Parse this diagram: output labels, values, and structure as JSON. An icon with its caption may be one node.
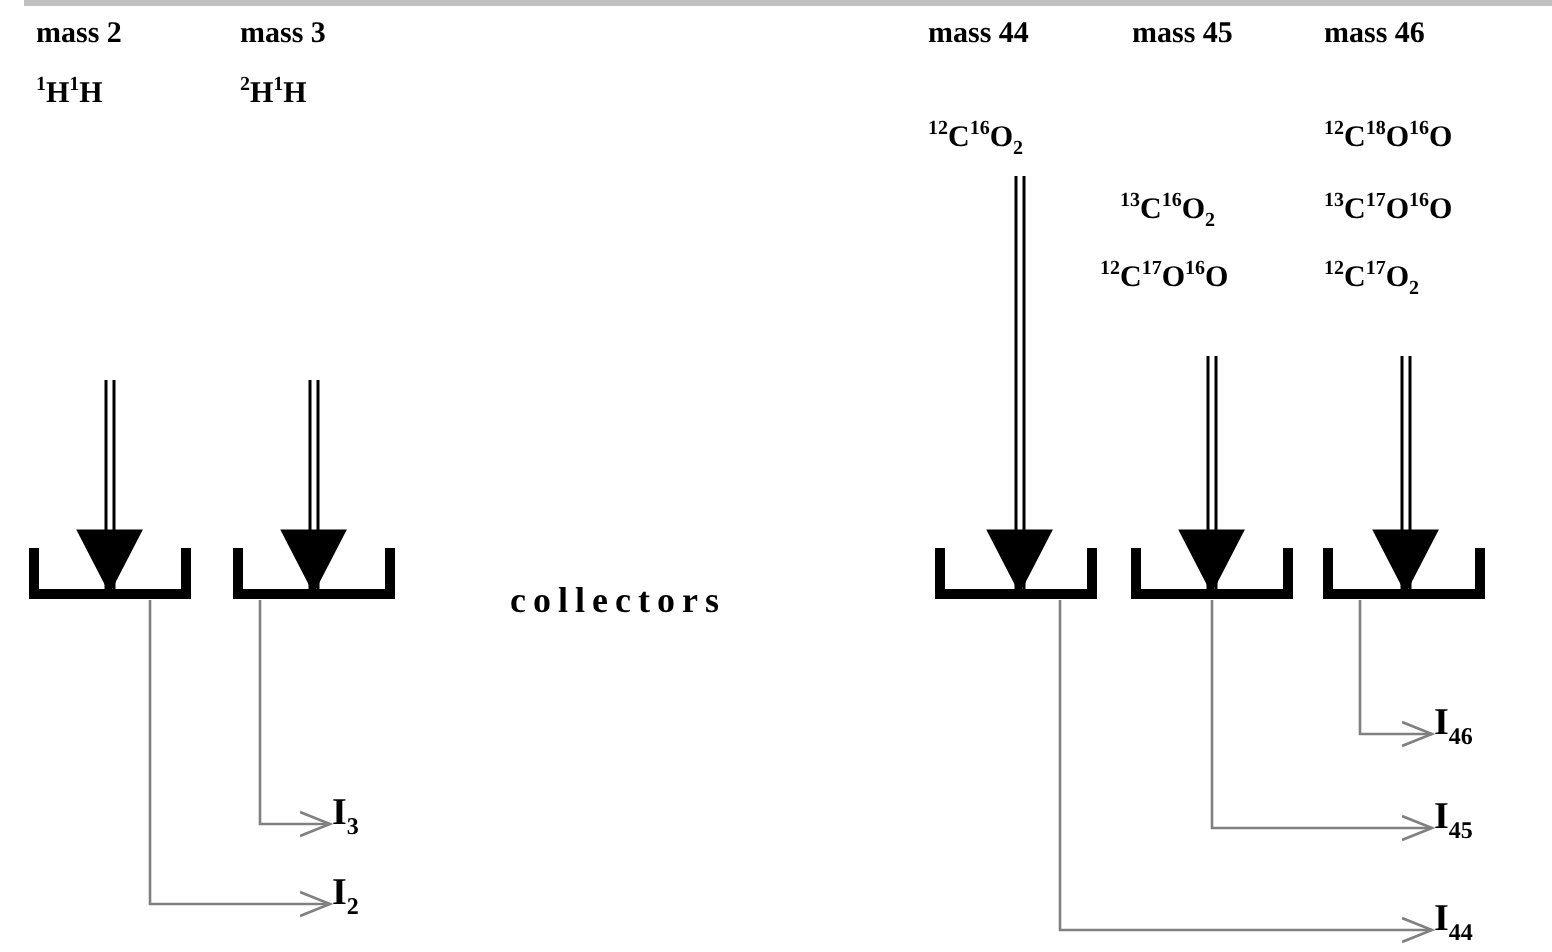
{
  "diagram": {
    "nodes": [
      {
        "text": [
          "mass 2",
          "$^{1}$H$^{1}$H"
        ]
      },
      {
        "text": [
          "mass 3",
          "$^{2}$H$^{1}$H"
        ]
      },
      {
        "text": [
          "mass 44",
          "$^{12}$C$^{16}$O$_{2}$"
        ]
      },
      {
        "text": [
          "mass 45",
          "$^{13}$C$^{16}$O$_{2}$",
          "$^{12}$C$^{17}$O$^{16}$O"
        ]
      },
      {
        "text": [
          "mass 46",
          "$^{12}$C$^{18}$O$^{16}$O",
          "$^{13}$C$^{17}$O$^{16}$O",
          "$^{12}$C$^{17}$O$_{2}$"
        ]
      },
      {
        "text": [],
        "shape": "cup"
      },
      {
        "text": [],
        "shape": "cup"
      },
      {
        "text": [],
        "shape": "cup"
      },
      {
        "text": [],
        "shape": "cup"
      },
      {
        "text": [],
        "shape": "cup"
      },
      {
        "text": [
          "I$_{2}$"
        ]
      },
      {
        "text": [
          "I$_{3}$"
        ]
      },
      {
        "text": [
          "I$_{44}$"
        ]
      },
      {
        "text": [
          "I$_{45}$"
        ]
      },
      {
        "text": [
          "I$_{46}$"
        ]
      }
    ],
    "edges": [
      {
        "from": null,
        "to": 5,
        "arrow": "to"
      },
      {
        "from": null,
        "to": 6,
        "arrow": "to"
      },
      {
        "from": 2,
        "to": 7,
        "arrow": "to"
      },
      {
        "from": 3,
        "to": 8,
        "arrow": "to"
      },
      {
        "from": 4,
        "to": 9,
        "arrow": "to"
      },
      {
        "from": 5,
        "to": 10,
        "arrow": "to",
        "color": "#808080"
      },
      {
        "from": 6,
        "to": 11,
        "arrow": "to",
        "color": "#808080"
      },
      {
        "from": 7,
        "to": 12,
        "arrow": "to",
        "color": "#808080"
      },
      {
        "from": 8,
        "to": 13,
        "arrow": "to",
        "color": "#808080"
      },
      {
        "from": 9,
        "to": 14,
        "arrow": "to",
        "color": "#808080"
      }
    ],
    "labels": [
      "collectors"
    ]
  }
}
